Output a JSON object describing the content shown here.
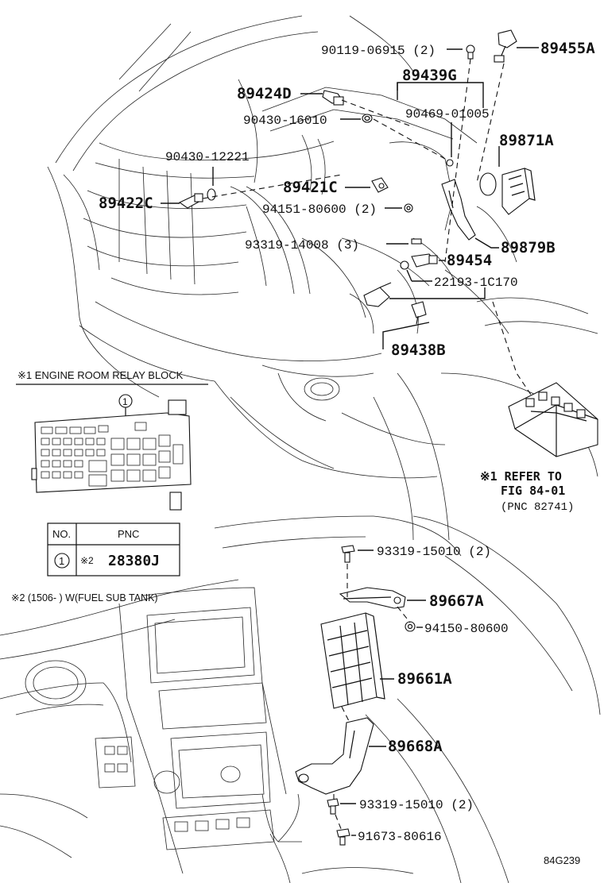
{
  "diagram": {
    "code": "84G239",
    "parts": {
      "p_90119": "90119-06915 (2)",
      "p_89455A": "89455A",
      "p_89439G": "89439G",
      "p_89424D": "89424D",
      "p_90469": "90469-01005",
      "p_90430_16010": "90430-16010",
      "p_89871A": "89871A",
      "p_90430_12221": "90430-12221",
      "p_89421C": "89421C",
      "p_89422C": "89422C",
      "p_94151": "94151-80600 (2)",
      "p_93319_14008": "93319-14008 (3)",
      "p_89879B": "89879B",
      "p_89454": "89454",
      "p_22193": "22193-1C170",
      "p_89438B": "89438B",
      "p_93319_15010_a": "93319-15010 (2)",
      "p_89667A": "89667A",
      "p_94150": "94150-80600",
      "p_89661A": "89661A",
      "p_89668A": "89668A",
      "p_93319_15010_b": "93319-15010 (2)",
      "p_91673": "91673-80616"
    },
    "relay_block": {
      "title": "※1 ENGINE ROOM RELAY BLOCK",
      "callout": "1"
    },
    "refer": {
      "line1": "※1 REFER TO",
      "line2": "FIG 84-01",
      "line3": "(PNC 82741)"
    },
    "table": {
      "col_no": "NO.",
      "col_pnc": "PNC",
      "row_no": "1",
      "row_mark": "※2",
      "row_pnc": "28380J"
    },
    "footnote": "※2 (1506-        ) W(FUEL SUB TANK)"
  }
}
